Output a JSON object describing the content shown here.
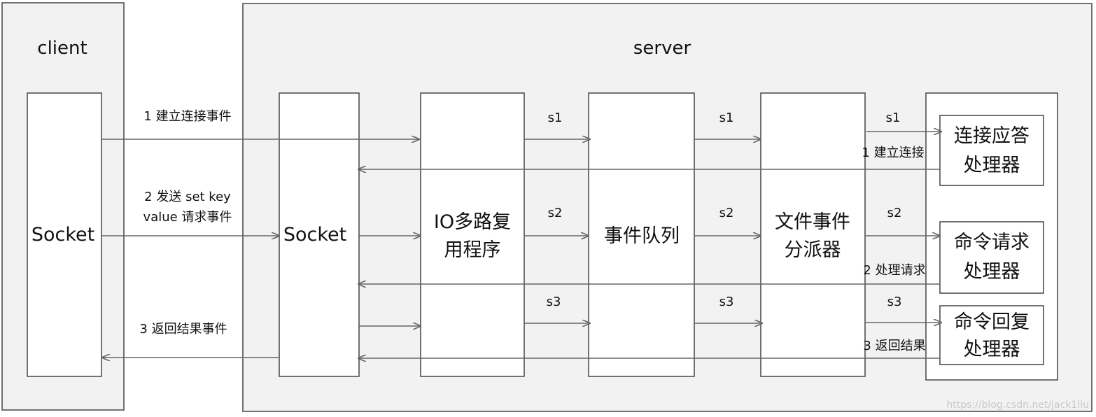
{
  "client": {
    "title": "client",
    "socket": "Socket"
  },
  "server": {
    "title": "server",
    "socket": "Socket",
    "io_mux": [
      "IO多路复",
      "用程序"
    ],
    "event_queue": "事件队列",
    "dispatcher": [
      "文件事件",
      "分派器"
    ],
    "handlers": {
      "accept": [
        "连接应答",
        "处理器"
      ],
      "request": [
        "命令请求",
        "处理器"
      ],
      "reply": [
        "命令回复",
        "处理器"
      ]
    }
  },
  "labels": {
    "connect_event": "1 建立连接事件",
    "send_line1": "2 发送 set key",
    "send_line2": "value 请求事件",
    "return_event": "3 返回结果事件",
    "s1": "s1",
    "s2": "s2",
    "s3": "s3",
    "build_conn": "1 建立连接",
    "handle_req": "2 处理请求",
    "return_result": "3 返回结果"
  },
  "watermark": "https://blog.csdn.net/jack1liu"
}
